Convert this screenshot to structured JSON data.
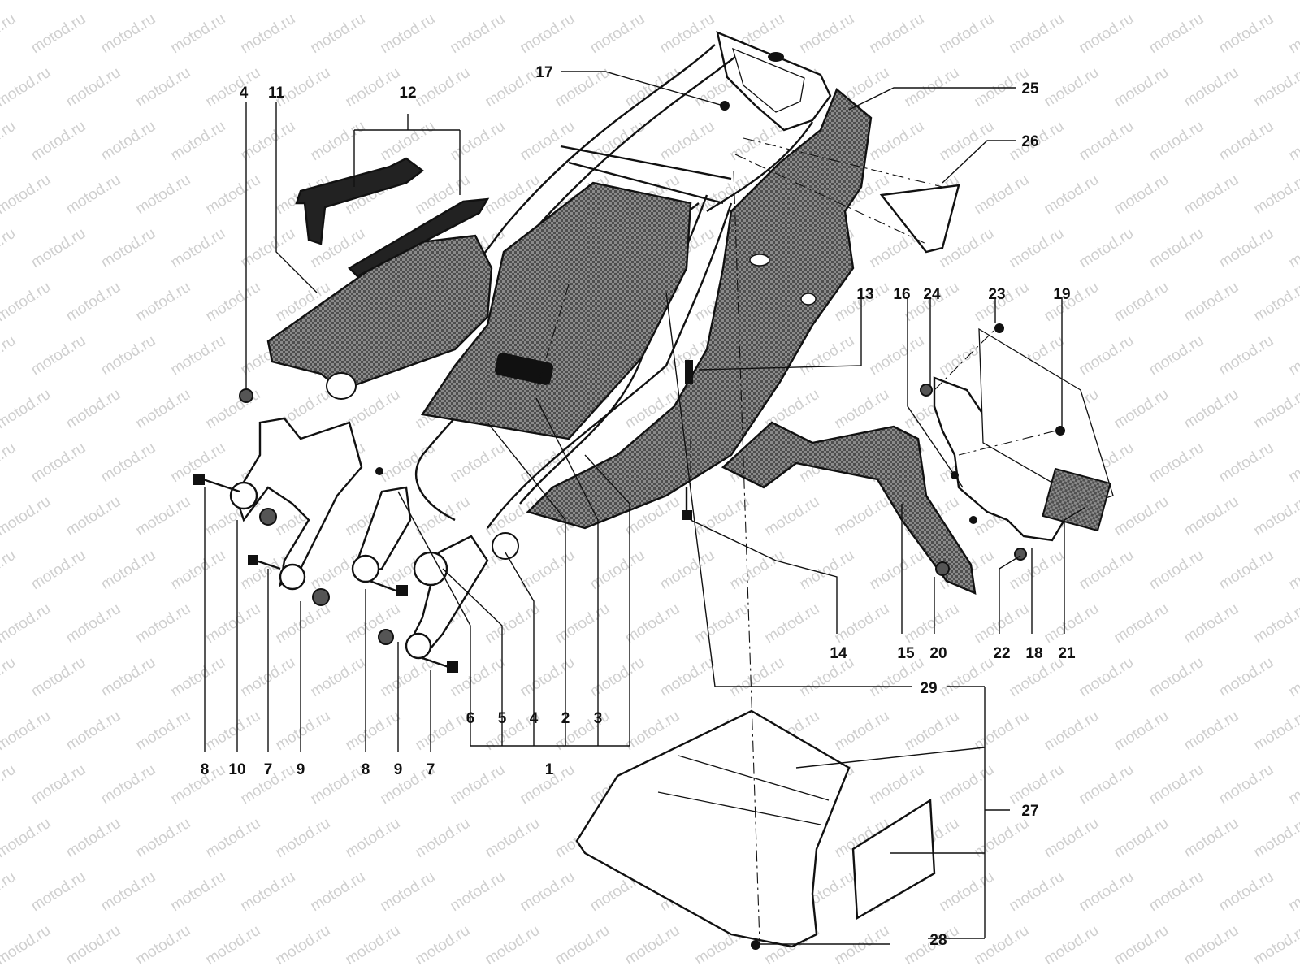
{
  "watermark": {
    "text": "motod.ru"
  },
  "colors": {
    "ink": "#111111",
    "background": "#ffffff",
    "watermark": "#cfcfcf",
    "panel_fill": "#6e6e6e"
  },
  "callouts": {
    "c1": "1",
    "c2": "2",
    "c3": "3",
    "c4a": "4",
    "c4b": "4",
    "c5": "5",
    "c6": "6",
    "c7a": "7",
    "c7b": "7",
    "c8a": "8",
    "c8b": "8",
    "c9a": "9",
    "c9b": "9",
    "c10": "10",
    "c11": "11",
    "c12": "12",
    "c13": "13",
    "c14": "14",
    "c15": "15",
    "c16": "16",
    "c17": "17",
    "c18": "18",
    "c19": "19",
    "c20": "20",
    "c21": "21",
    "c22": "22",
    "c23": "23",
    "c24": "24",
    "c25": "25",
    "c26": "26",
    "c27": "27",
    "c28": "28",
    "c29": "29"
  }
}
